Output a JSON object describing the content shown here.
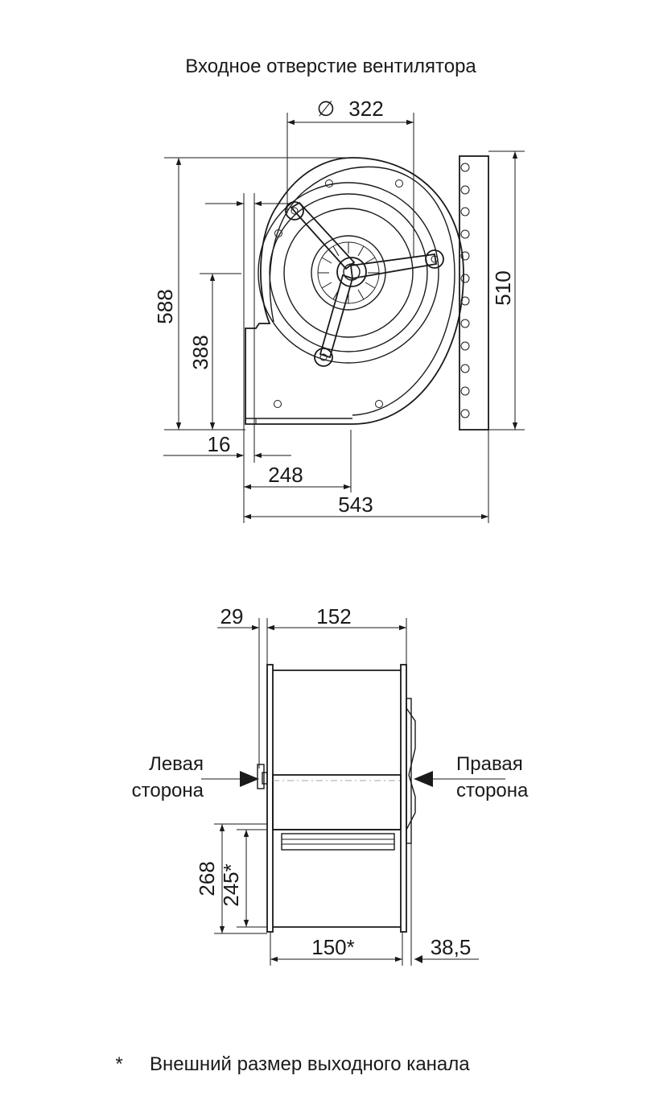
{
  "top_view": {
    "title": "Входное отверстие вентилятора",
    "dims": {
      "inlet_diameter": "322",
      "diameter_symbol": "∅",
      "height_total": "588",
      "height_outlet": "388",
      "flange_height": "510",
      "offset_left": "16",
      "axis_offset": "248",
      "width_total": "543"
    }
  },
  "side_view": {
    "dims": {
      "motor_protrusion": "29",
      "housing_width": "152",
      "outlet_height_outer": "268",
      "outlet_height_inner": "245*",
      "outlet_width": "150*",
      "right_offset": "38,5"
    },
    "labels": {
      "left_side_line1": "Левая",
      "left_side_line2": "сторона",
      "right_side_line1": "Правая",
      "right_side_line2": "сторона"
    }
  },
  "footnote": {
    "marker": "*",
    "text": "Внешний размер выходного канала"
  }
}
